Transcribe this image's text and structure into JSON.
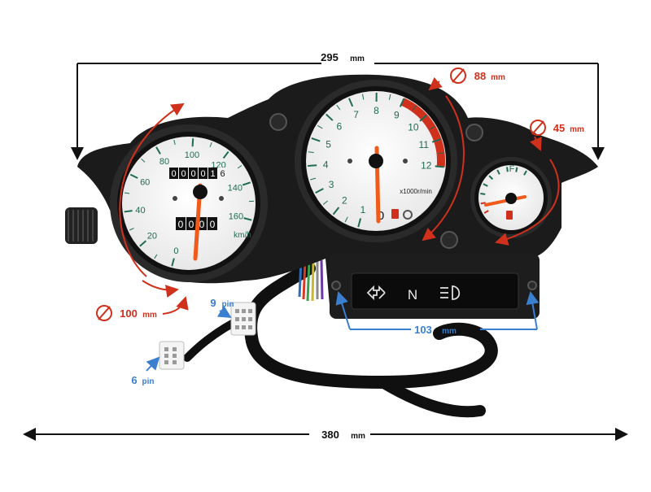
{
  "dimensions": {
    "overall_width": {
      "value": "295",
      "unit": "mm"
    },
    "tachometer_diameter": {
      "value": "88",
      "unit": "mm"
    },
    "fuel_diameter": {
      "value": "45",
      "unit": "mm"
    },
    "speedometer_diameter": {
      "value": "100",
      "unit": "mm"
    },
    "indicator_width": {
      "value": "103",
      "unit": "mm"
    },
    "total_width": {
      "value": "380",
      "unit": "mm"
    }
  },
  "connectors": {
    "connector_a": {
      "value": "9",
      "unit": "pin"
    },
    "connector_b": {
      "value": "6",
      "unit": "pin"
    }
  },
  "speedometer": {
    "ticks": [
      "0",
      "20",
      "40",
      "60",
      "80",
      "100",
      "120",
      "140",
      "160"
    ],
    "unit": "km/h",
    "odometer": [
      "0",
      "0",
      "0",
      "0",
      "1",
      "6"
    ],
    "trip": [
      "0",
      "0",
      "0",
      "0"
    ]
  },
  "tachometer": {
    "ticks": [
      "1",
      "2",
      "3",
      "4",
      "5",
      "6",
      "7",
      "8",
      "9",
      "10",
      "11",
      "12"
    ],
    "unit": "x1000r/min",
    "zero_label": "0"
  },
  "fuel_gauge": {
    "full_label": "F"
  },
  "indicators": {
    "neutral_label": "N"
  },
  "colors": {
    "dimension_red": "#d0311c",
    "pin_blue": "#3a7fd0",
    "body_black": "#1b1b1b",
    "needle_orange": "#f05a1a",
    "tick_green": "#1f6b52"
  }
}
